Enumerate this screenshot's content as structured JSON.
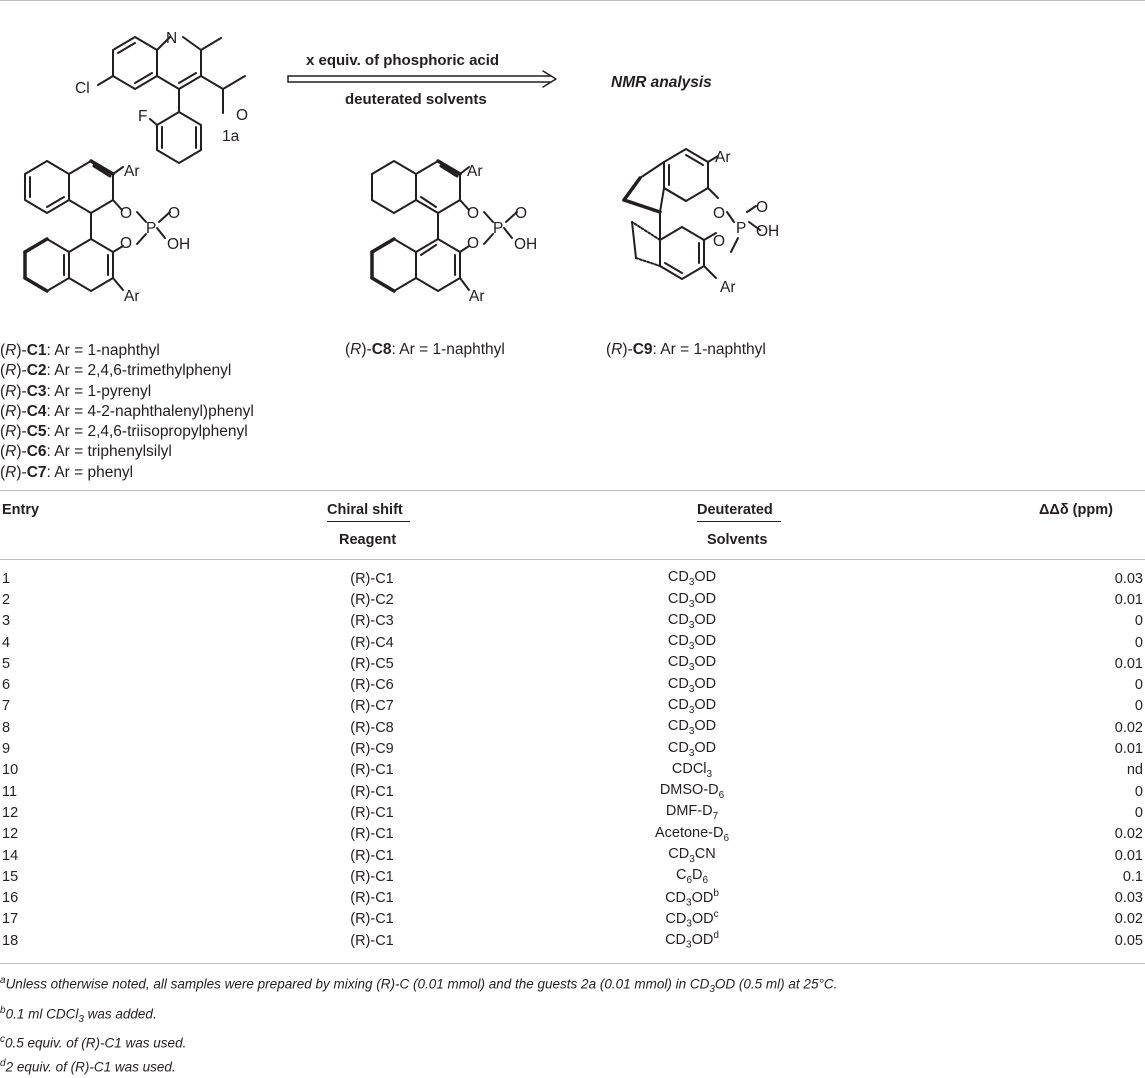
{
  "scheme": {
    "arrow_top": "x equiv. of phosphoric acid",
    "arrow_bottom": "deuterated solvents",
    "nmr": "NMR analysis",
    "compound_1a": "1a",
    "atoms": {
      "cl": "Cl",
      "n": "N",
      "f": "F",
      "ar": "Ar",
      "o": "O",
      "p": "P",
      "oh": "OH"
    },
    "c8_label": {
      "prefix": "(",
      "r": "R",
      "mid": ")-",
      "bold": "C8",
      "rest": ": Ar = 1-naphthyl"
    },
    "c9_label": {
      "prefix": "(",
      "r": "R",
      "mid": ")-",
      "bold": "C9",
      "rest": ": Ar = 1-naphthyl"
    },
    "c_list": [
      {
        "bold": "C1",
        "rest": ": Ar = 1-naphthyl"
      },
      {
        "bold": "C2",
        "rest": ": Ar = 2,4,6-trimethylphenyl"
      },
      {
        "bold": "C3",
        "rest": ": Ar = 1-pyrenyl"
      },
      {
        "bold": "C4",
        "rest": ": Ar = 4-2-naphthalenyl)phenyl"
      },
      {
        "bold": "C5",
        "rest": ": Ar = 2,4,6-triisopropylphenyl"
      },
      {
        "bold": "C6",
        "rest": ": Ar = triphenylsilyl"
      },
      {
        "bold": "C7",
        "rest": ": Ar = phenyl"
      }
    ],
    "c_prefix": "(",
    "c_r": "R",
    "c_mid": ")-"
  },
  "table": {
    "headers": {
      "entry": "Entry",
      "reagent_1": "Chiral shift",
      "reagent_2": "Reagent",
      "solvent_1": "Deuterated",
      "solvent_2": "Solvents",
      "dd": "ΔΔδ (ppm)"
    },
    "rows": [
      {
        "entry": "1",
        "reagent": "(R)-C1",
        "solvent": {
          "pre": "CD",
          "sub": "3",
          "post": "OD",
          "sup": ""
        },
        "dd": "0.03"
      },
      {
        "entry": "2",
        "reagent": "(R)-C2",
        "solvent": {
          "pre": "CD",
          "sub": "3",
          "post": "OD",
          "sup": ""
        },
        "dd": "0.01"
      },
      {
        "entry": "3",
        "reagent": "(R)-C3",
        "solvent": {
          "pre": "CD",
          "sub": "3",
          "post": "OD",
          "sup": ""
        },
        "dd": "0"
      },
      {
        "entry": "4",
        "reagent": "(R)-C4",
        "solvent": {
          "pre": "CD",
          "sub": "3",
          "post": "OD",
          "sup": ""
        },
        "dd": "0"
      },
      {
        "entry": "5",
        "reagent": "(R)-C5",
        "solvent": {
          "pre": "CD",
          "sub": "3",
          "post": "OD",
          "sup": ""
        },
        "dd": "0.01"
      },
      {
        "entry": "6",
        "reagent": "(R)-C6",
        "solvent": {
          "pre": "CD",
          "sub": "3",
          "post": "OD",
          "sup": ""
        },
        "dd": "0"
      },
      {
        "entry": "7",
        "reagent": "(R)-C7",
        "solvent": {
          "pre": "CD",
          "sub": "3",
          "post": "OD",
          "sup": ""
        },
        "dd": "0"
      },
      {
        "entry": "8",
        "reagent": "(R)-C8",
        "solvent": {
          "pre": "CD",
          "sub": "3",
          "post": "OD",
          "sup": ""
        },
        "dd": "0.02"
      },
      {
        "entry": "9",
        "reagent": "(R)-C9",
        "solvent": {
          "pre": "CD",
          "sub": "3",
          "post": "OD",
          "sup": ""
        },
        "dd": "0.01"
      },
      {
        "entry": "10",
        "reagent": "(R)-C1",
        "solvent": {
          "pre": "CDCl",
          "sub": "3",
          "post": "",
          "sup": ""
        },
        "dd": "nd"
      },
      {
        "entry": "11",
        "reagent": "(R)-C1",
        "solvent": {
          "pre": "DMSO-D",
          "sub": "6",
          "post": "",
          "sup": ""
        },
        "dd": "0"
      },
      {
        "entry": "12",
        "reagent": "(R)-C1",
        "solvent": {
          "pre": "DMF-D",
          "sub": "7",
          "post": "",
          "sup": ""
        },
        "dd": "0"
      },
      {
        "entry": "12",
        "reagent": "(R)-C1",
        "solvent": {
          "pre": "Acetone-D",
          "sub": "6",
          "post": "",
          "sup": ""
        },
        "dd": "0.02"
      },
      {
        "entry": "14",
        "reagent": "(R)-C1",
        "solvent": {
          "pre": "CD",
          "sub": "3",
          "post": "CN",
          "sup": ""
        },
        "dd": "0.01"
      },
      {
        "entry": "15",
        "reagent": "(R)-C1",
        "solvent": {
          "pre": "C",
          "sub": "6",
          "post": "D",
          "sub2": "6",
          "sup": ""
        },
        "dd": "0.1"
      },
      {
        "entry": "16",
        "reagent": "(R)-C1",
        "solvent": {
          "pre": "CD",
          "sub": "3",
          "post": "OD",
          "sup": "b"
        },
        "dd": "0.03"
      },
      {
        "entry": "17",
        "reagent": "(R)-C1",
        "solvent": {
          "pre": "CD",
          "sub": "3",
          "post": "OD",
          "sup": "c"
        },
        "dd": "0.02"
      },
      {
        "entry": "18",
        "reagent": "(R)-C1",
        "solvent": {
          "pre": "CD",
          "sub": "3",
          "post": "OD",
          "sup": "d"
        },
        "dd": "0.05"
      }
    ]
  },
  "footnotes": {
    "a": {
      "mark": "a",
      "t1": "Unless otherwise noted, all samples were prepared by mixing (R)-C (0.01 mmol) and the guests 2a (0.01 mmol) in CD",
      "sub": "3",
      "t2": "OD (0.5 ml) at 25°C."
    },
    "b": {
      "mark": "b",
      "t1": "0.1 ml CDCl",
      "sub": "3",
      "t2": " was added."
    },
    "c": {
      "mark": "c",
      "t1": "0.5 equiv. of (R)-C1 was used."
    },
    "d": {
      "mark": "d",
      "t1": "2 equiv. of (R)-C1 was used."
    }
  }
}
